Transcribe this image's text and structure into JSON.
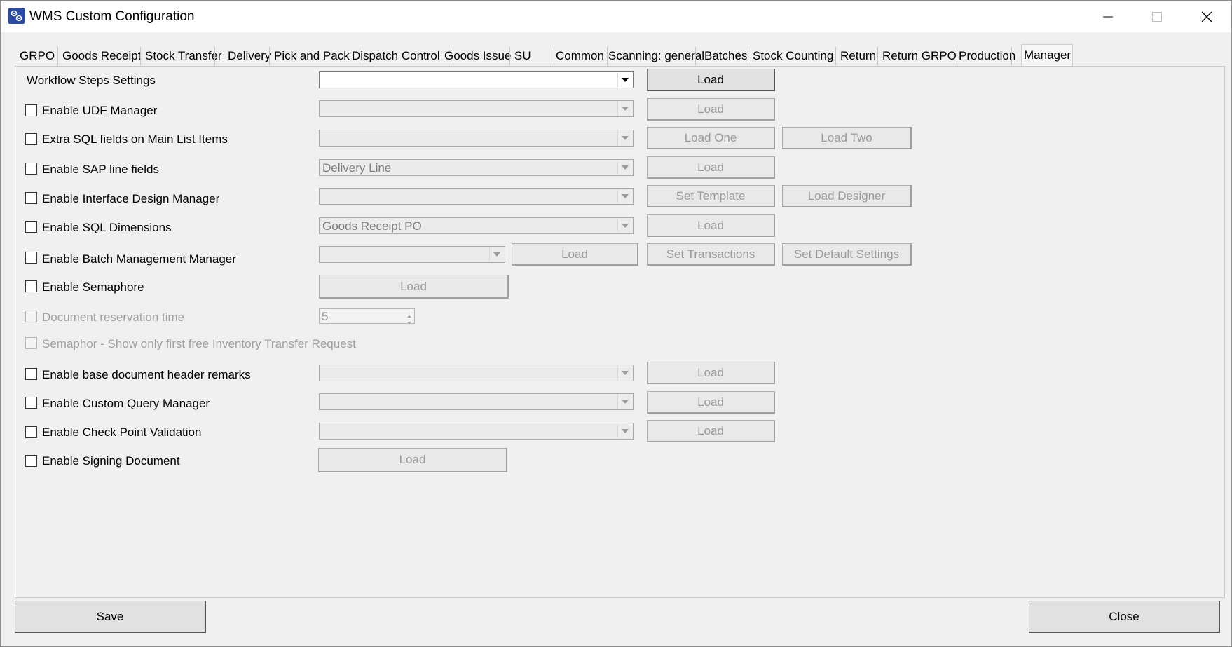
{
  "window": {
    "title": "WMS Custom Configuration"
  },
  "tabs": [
    "GRPO",
    "Goods Receipt",
    "Stock Transfer",
    "Delivery",
    "Pick and Pack",
    "Dispatch Control",
    "Goods Issue",
    "SU",
    "Common",
    "Scanning: general",
    "Batches",
    "Stock Counting",
    "Return",
    "Return GRPO",
    "Production",
    "Manager"
  ],
  "active_tab": "Manager",
  "rows": {
    "workflow": {
      "label": "Workflow Steps Settings",
      "combo": "",
      "load": "Load"
    },
    "udf": {
      "label": "Enable UDF Manager",
      "combo": "",
      "load": "Load"
    },
    "extra_sql": {
      "label": "Extra SQL fields on Main List Items",
      "combo": "",
      "load_one": "Load One",
      "load_two": "Load Two"
    },
    "sap_line": {
      "label": "Enable SAP line fields",
      "combo": "Delivery Line",
      "load": "Load"
    },
    "interface": {
      "label": "Enable Interface Design Manager",
      "combo": "",
      "set_template": "Set Template",
      "load_designer": "Load Designer"
    },
    "sql_dim": {
      "label": "Enable SQL Dimensions",
      "combo": "Goods Receipt PO",
      "load": "Load"
    },
    "batch": {
      "label": "Enable Batch Management Manager",
      "combo": "",
      "load": "Load",
      "set_transactions": "Set Transactions",
      "set_default": "Set Default Settings"
    },
    "semaphore": {
      "label": "Enable Semaphore",
      "load": "Load"
    },
    "reservation": {
      "label": "Document reservation time",
      "value": "5"
    },
    "semaphor_first": {
      "label": "Semaphor - Show only first free Inventory Transfer Request"
    },
    "base_remarks": {
      "label": "Enable base document header remarks",
      "combo": "",
      "load": "Load"
    },
    "custom_query": {
      "label": "Enable Custom Query Manager",
      "combo": "",
      "load": "Load"
    },
    "checkpoint": {
      "label": "Enable Check Point Validation",
      "combo": "",
      "load": "Load"
    },
    "signing": {
      "label": "Enable Signing Document",
      "load": "Load"
    }
  },
  "footer": {
    "save": "Save",
    "close": "Close"
  },
  "colors": {
    "background": "#f0f0f0",
    "disabled_text": "#9a9a9a",
    "app_icon": "#2b4aa6"
  },
  "icons": [
    "app-gear-icon",
    "minimize-icon",
    "maximize-icon",
    "close-icon",
    "chevron-down-icon",
    "spin-up-icon",
    "spin-down-icon"
  ]
}
